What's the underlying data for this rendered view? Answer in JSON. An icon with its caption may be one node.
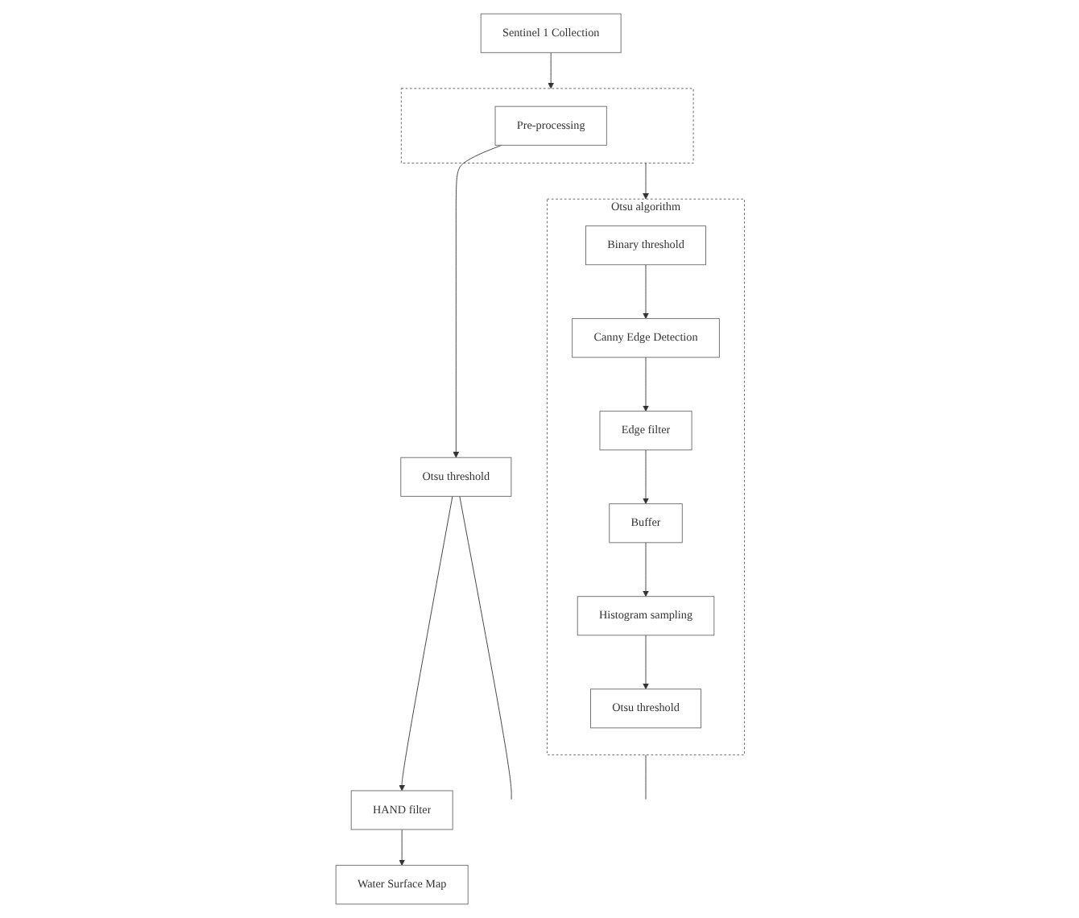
{
  "diagram": {
    "nodes": [
      {
        "text": [
          "Sentinel 1 Collection"
        ]
      },
      {
        "text": [],
        "shape": "box"
      },
      {
        "text": [
          "Pre-processing"
        ],
        "in": 1
      },
      {
        "text": [
          "Otsu threshold"
        ]
      },
      {
        "text": [
          "HAND filter"
        ]
      },
      {
        "text": [
          "Water Surface Map"
        ]
      },
      {
        "text": [
          "Otsu algorithm"
        ]
      },
      {
        "text": [
          "Binary threshold"
        ],
        "in": 6
      },
      {
        "text": [
          "Canny Edge Detection"
        ],
        "in": 6
      },
      {
        "text": [
          "Edge filter"
        ],
        "in": 6
      },
      {
        "text": [
          "Buffer"
        ],
        "in": 6
      },
      {
        "text": [
          "Histogram sampling"
        ],
        "in": 6
      },
      {
        "text": [
          "Otsu threshold"
        ],
        "in": 6
      }
    ],
    "edges": [
      {
        "from": 0,
        "to": 1,
        "arrow": "to"
      },
      {
        "from": 2,
        "to": 3,
        "arrow": "to"
      },
      {
        "from": 3,
        "to": 4,
        "arrow": "to"
      },
      {
        "from": 4,
        "to": 5,
        "arrow": "to"
      },
      {
        "from": 1,
        "to": 6,
        "arrow": "to"
      },
      {
        "from": 7,
        "to": 8,
        "arrow": "to"
      },
      {
        "from": 8,
        "to": 9,
        "arrow": "to"
      },
      {
        "from": 9,
        "to": 10,
        "arrow": "to"
      },
      {
        "from": 10,
        "to": 11,
        "arrow": "to"
      },
      {
        "from": 11,
        "to": 12,
        "arrow": "to"
      },
      {
        "from": 3,
        "to": null,
        "arrow": "none"
      },
      {
        "from": 6,
        "to": null,
        "arrow": "none"
      }
    ]
  }
}
